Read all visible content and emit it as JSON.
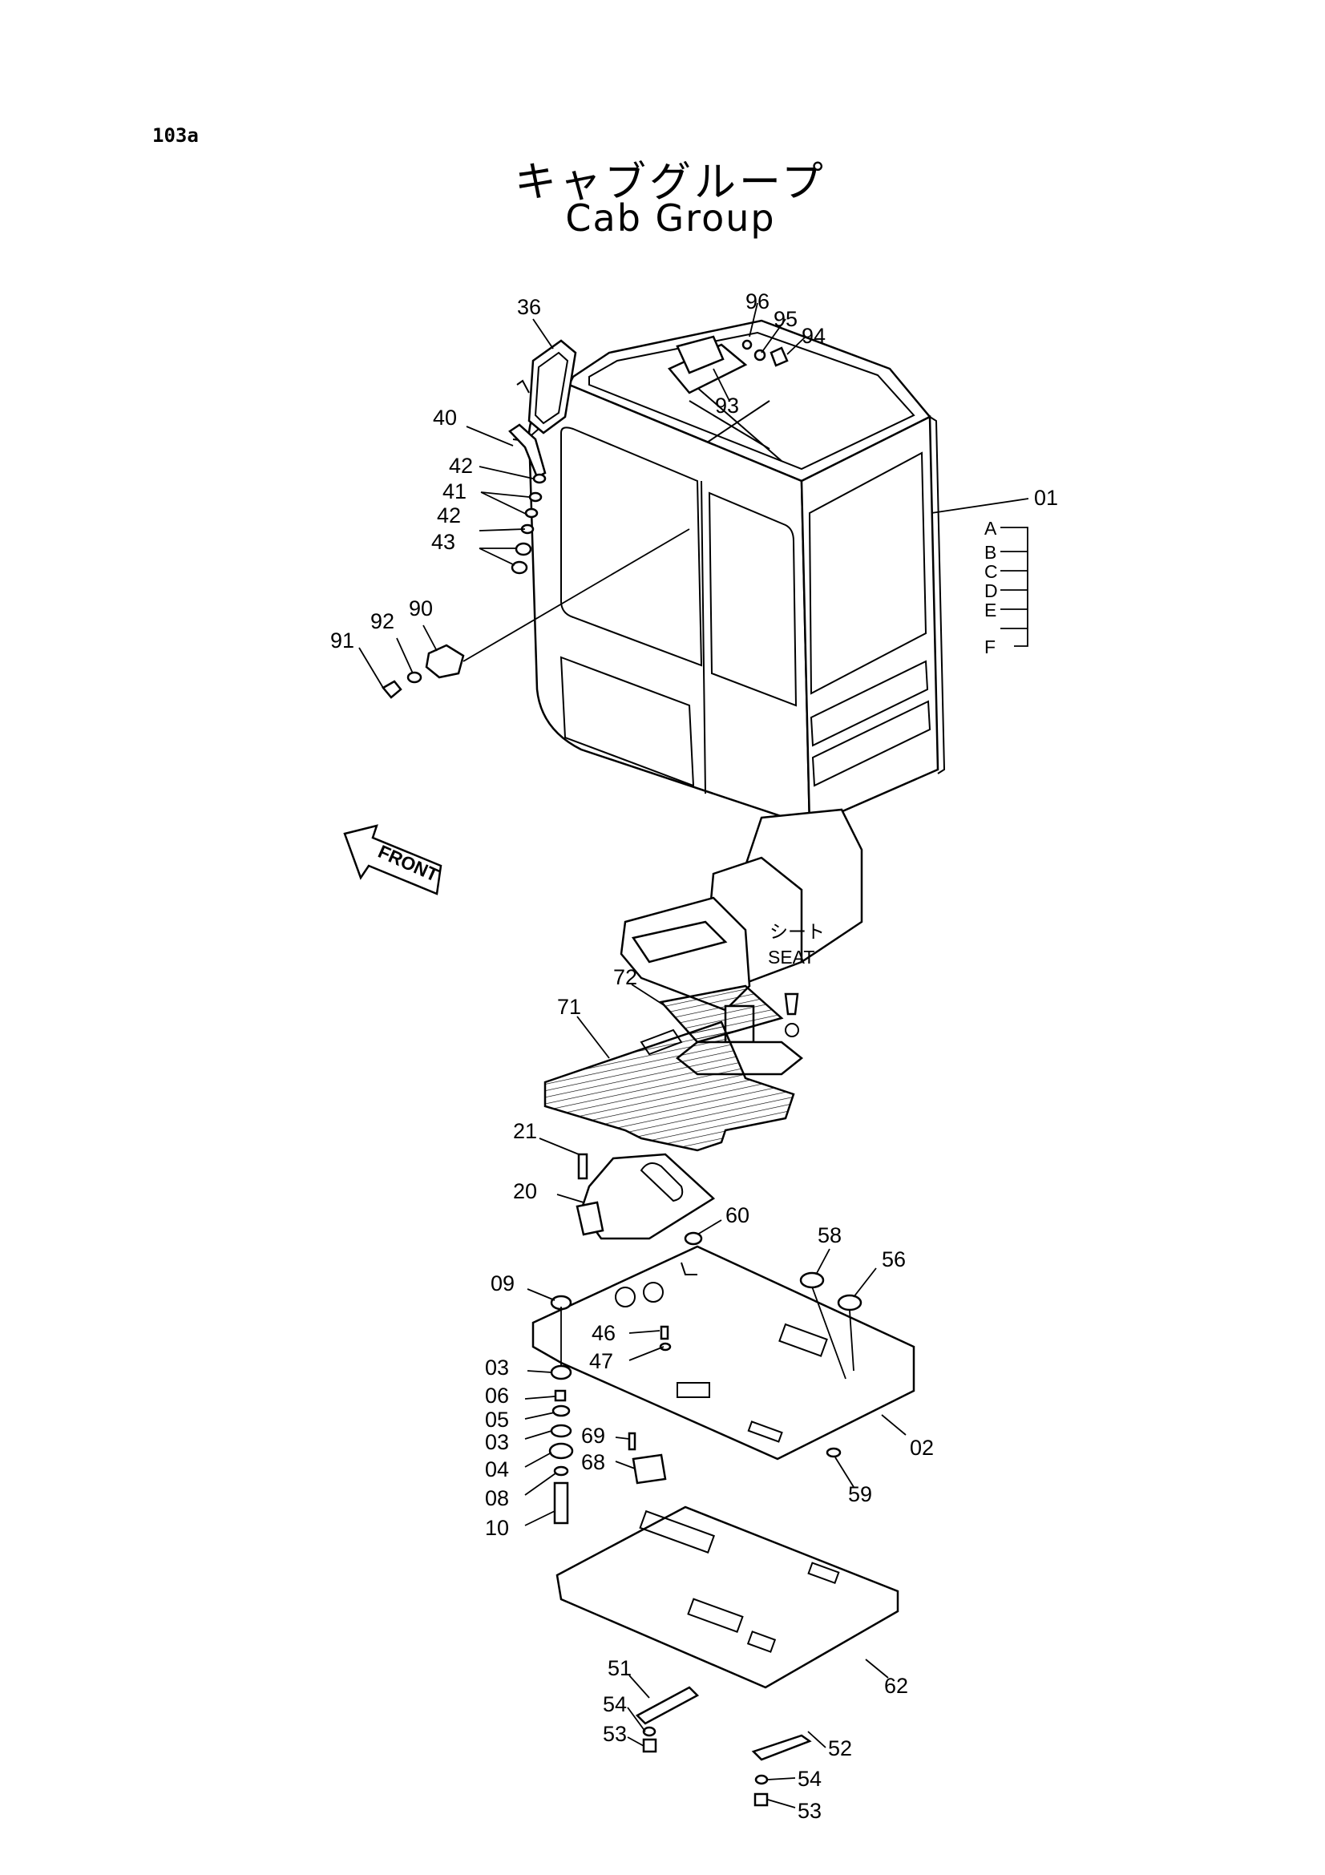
{
  "page": {
    "code": "103a",
    "title_ja": "キャブグループ",
    "title_en": "Cab Group"
  },
  "orientation": {
    "arrow_label": "FRONT"
  },
  "seat": {
    "label_ja": "シート",
    "label_en": "SEAT"
  },
  "cab_variants": {
    "part": "01",
    "variants": [
      "A",
      "B",
      "C",
      "D",
      "E",
      "F"
    ]
  },
  "callouts": [
    "36",
    "96",
    "95",
    "94",
    "93",
    "40",
    "42",
    "41",
    "42",
    "43",
    "01",
    "91",
    "92",
    "90",
    "72",
    "71",
    "21",
    "20",
    "60",
    "58",
    "56",
    "09",
    "46",
    "47",
    "03",
    "06",
    "05",
    "03",
    "04",
    "08",
    "10",
    "69",
    "68",
    "02",
    "59",
    "62",
    "51",
    "54",
    "53",
    "52",
    "54",
    "53"
  ]
}
